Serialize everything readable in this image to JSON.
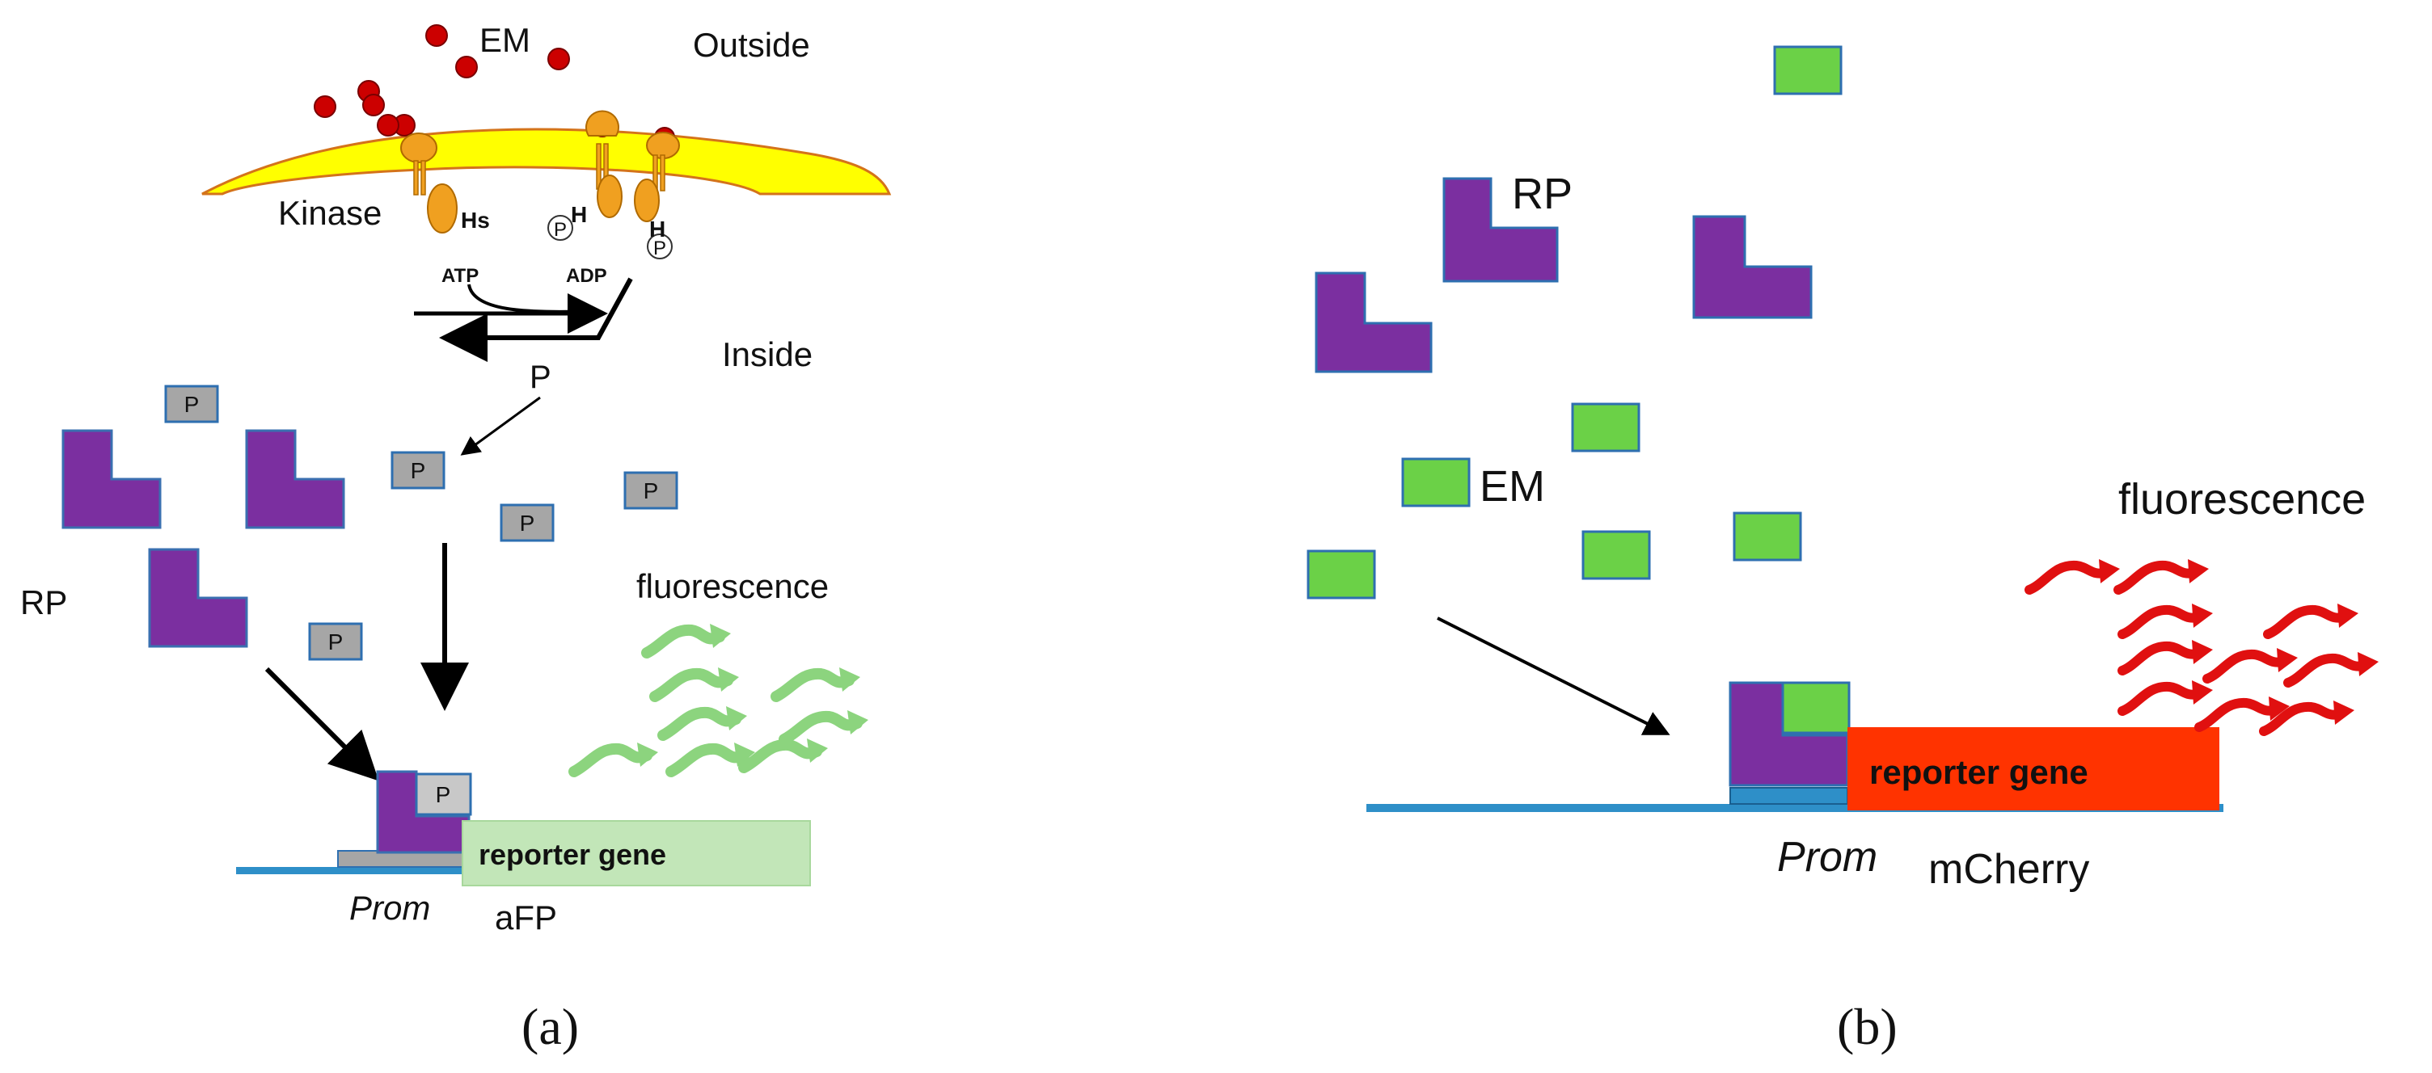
{
  "panel_a": {
    "labels": {
      "em": "EM",
      "outside": "Outside",
      "kinase": "Kinase",
      "hs": "Hs",
      "h1": "H",
      "h2": "H",
      "p_circle": "P",
      "atp": "ATP",
      "adp": "ADP",
      "inside": "Inside",
      "p_free": "P",
      "rp": "RP",
      "fluorescence": "fluorescence",
      "reporter_gene": "reporter gene",
      "prom": "Prom",
      "afp": "aFP",
      "p_box": "P",
      "caption": "(a)"
    },
    "colors": {
      "membrane": "#ffff00",
      "membrane_edge": "#d4731a",
      "em_ligand": "#cc0000",
      "receptor": "#f0a020",
      "rp": "#7b2fa0",
      "p_box": "#a6a6a6",
      "reporter": "#c2e6b8",
      "dna": "#2e8fc8",
      "fluorescence": "#8cd47e"
    }
  },
  "panel_b": {
    "labels": {
      "rp": "RP",
      "em": "EM",
      "fluorescence": "fluorescence",
      "reporter_gene": "reporter gene",
      "prom": "Prom",
      "mcherry": "mCherry",
      "caption": "(b)"
    },
    "colors": {
      "rp": "#7b2fa0",
      "em": "#6bd147",
      "reporter": "#ff3300",
      "dna": "#2e8fc8",
      "fluorescence": "#e01010"
    }
  }
}
